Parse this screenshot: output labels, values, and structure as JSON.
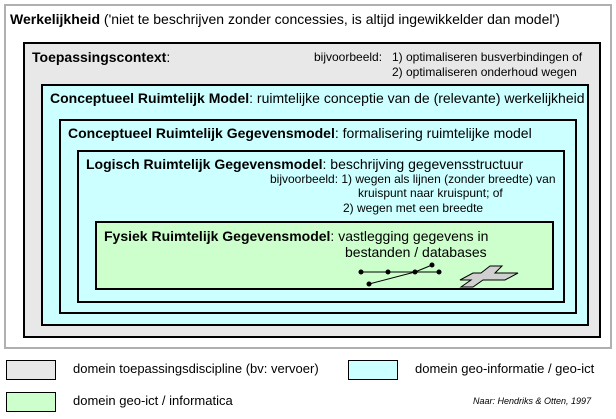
{
  "reality": {
    "title": "Werkelijkheid",
    "desc": " ('niet te beschrijven zonder concessies, is altijd ingewikkelder dan model')"
  },
  "context": {
    "title": "Toepassingscontext",
    "colon": ":",
    "example_label": "bijvoorbeeld:",
    "example1": "1) optimaliseren busverbindingen of",
    "example2": "2) optimaliseren onderhoud wegen"
  },
  "conceptual_model": {
    "title": "Conceptueel Ruimtelijk Model",
    "desc": ": ruimtelijke conceptie van de (relevante) werkelijkheid"
  },
  "conceptual_data_model": {
    "title": "Conceptueel Ruimtelijk Gegevensmodel",
    "desc": ": formalisering ruimtelijke model"
  },
  "logical_model": {
    "title": "Logisch Ruimtelijk Gegevensmodel",
    "desc": ": beschrijving gegevensstructuur",
    "ex1": "bijvoorbeeld: 1) wegen als lijnen (zonder breedte) van",
    "ex2": "kruispunt naar kruispunt; of",
    "ex3": "2) wegen met een breedte"
  },
  "physical_model": {
    "title": "Fysiek Ruimtelijk Gegevensmodel",
    "desc1": ": vastlegging gegevens in",
    "desc2": "bestanden / databases"
  },
  "legend": [
    {
      "label": "domein toepassingsdiscipline (bv: vervoer)",
      "color": "#e8e8e8"
    },
    {
      "label": "domein geo-informatie / geo-ict",
      "color": "#ccffff"
    },
    {
      "label": "domein geo-ict / informatica",
      "color": "#ccffcc"
    }
  ],
  "source": {
    "prefix": "Naar: ",
    "authors": "Hendriks & Otten",
    "year": ", 1997"
  }
}
